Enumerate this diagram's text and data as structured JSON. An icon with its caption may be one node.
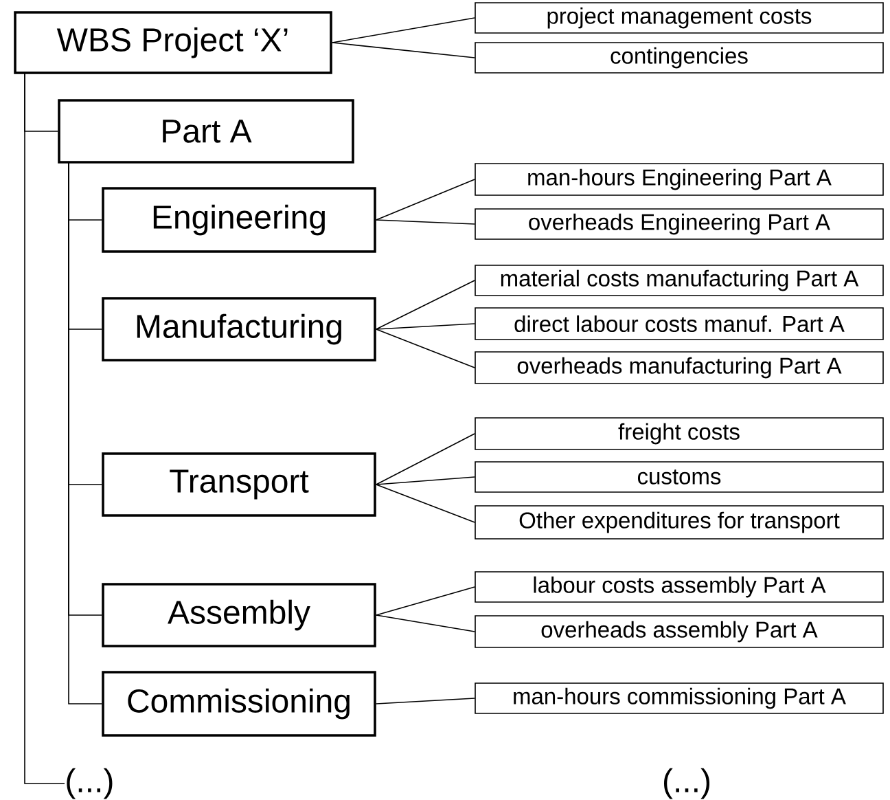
{
  "diagram": {
    "nodes": [
      {
        "text": [
          "WBS Project ‘X’"
        ]
      },
      {
        "text": [
          "project management costs"
        ]
      },
      {
        "text": [
          "contingencies"
        ]
      },
      {
        "text": [
          "Part A"
        ]
      },
      {
        "text": [
          "Engineering"
        ]
      },
      {
        "text": [
          "man-hours Engineering Part A"
        ]
      },
      {
        "text": [
          "overheads Engineering Part A"
        ]
      },
      {
        "text": [
          "Manufacturing"
        ]
      },
      {
        "text": [
          "material costs manufacturing Part A"
        ]
      },
      {
        "text": [
          "direct labour costs manuf. Part A"
        ]
      },
      {
        "text": [
          "overheads manufacturing Part A"
        ]
      },
      {
        "text": [
          "Transport"
        ]
      },
      {
        "text": [
          "freight costs"
        ]
      },
      {
        "text": [
          "customs"
        ]
      },
      {
        "text": [
          "Other  expenditures for transport"
        ]
      },
      {
        "text": [
          "Assembly"
        ]
      },
      {
        "text": [
          "labour costs assembly Part A"
        ]
      },
      {
        "text": [
          "overheads assembly Part A"
        ]
      },
      {
        "text": [
          "Commissioning"
        ]
      },
      {
        "text": [
          "man-hours commissioning Part A"
        ]
      },
      {
        "text": [
          "(...)"
        ]
      }
    ],
    "edges": [
      {
        "from": 0,
        "to": 1,
        "arrow": "none"
      },
      {
        "from": 0,
        "to": 2,
        "arrow": "none"
      },
      {
        "from": 0,
        "to": 3,
        "arrow": "none"
      },
      {
        "from": 3,
        "to": 4,
        "arrow": "none"
      },
      {
        "from": 4,
        "to": 5,
        "arrow": "none"
      },
      {
        "from": 4,
        "to": 6,
        "arrow": "none"
      },
      {
        "from": 3,
        "to": 7,
        "arrow": "none"
      },
      {
        "from": 7,
        "to": 8,
        "arrow": "none"
      },
      {
        "from": 7,
        "to": 9,
        "arrow": "none"
      },
      {
        "from": 7,
        "to": 10,
        "arrow": "none"
      },
      {
        "from": 3,
        "to": 11,
        "arrow": "none"
      },
      {
        "from": 11,
        "to": 12,
        "arrow": "none"
      },
      {
        "from": 11,
        "to": 13,
        "arrow": "none"
      },
      {
        "from": 11,
        "to": 14,
        "arrow": "none"
      },
      {
        "from": 3,
        "to": 15,
        "arrow": "none"
      },
      {
        "from": 15,
        "to": 16,
        "arrow": "none"
      },
      {
        "from": 15,
        "to": 17,
        "arrow": "none"
      },
      {
        "from": 3,
        "to": 18,
        "arrow": "none"
      },
      {
        "from": 18,
        "to": 19,
        "arrow": "none"
      },
      {
        "from": 0,
        "to": 20,
        "arrow": "none"
      }
    ],
    "labels": [
      "(...)"
    ]
  }
}
